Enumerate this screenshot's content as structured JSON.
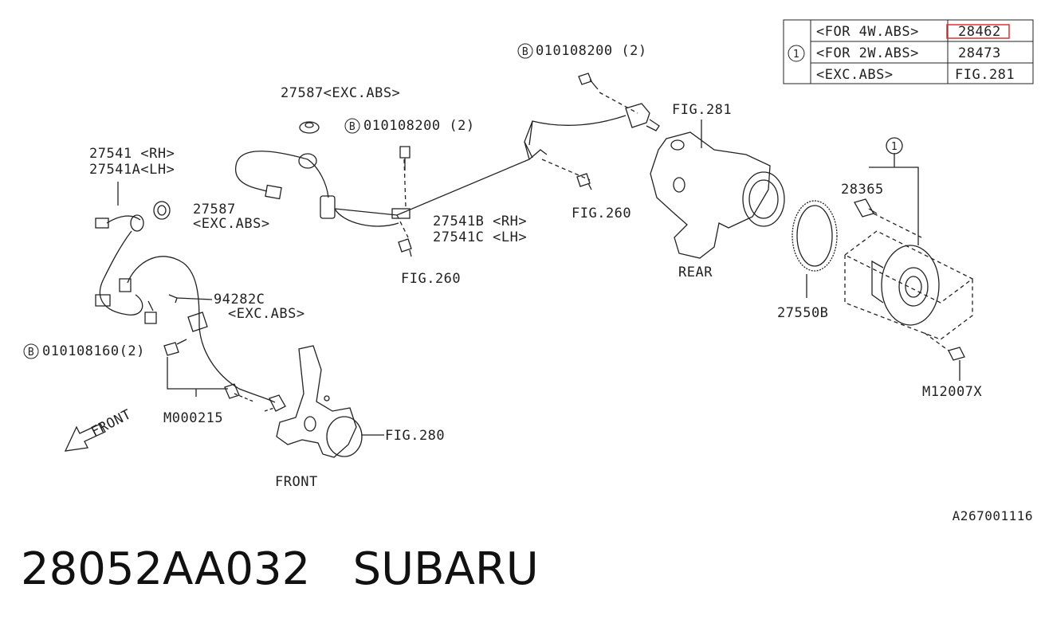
{
  "title_bar": {
    "part_number": "28052AA032",
    "brand": "SUBARU"
  },
  "diagram_id": "A267001116",
  "table": {
    "marker": "1",
    "rows": [
      {
        "condition": "<FOR 4W.ABS>",
        "part": "28462",
        "highlighted": true
      },
      {
        "condition": "<FOR 2W.ABS>",
        "part": "28473",
        "highlighted": false
      },
      {
        "condition": "<EXC.ABS>",
        "part": "FIG.281",
        "highlighted": false
      }
    ]
  },
  "labels": {
    "bolt_top": "010108200 (2)",
    "bolt_mid": "010108200 (2)",
    "bolt_left": "010108160(2)",
    "bolt_marker": "B",
    "grommet_top": "27587<EXC.ABS>",
    "grommet_left_1": "27587",
    "grommet_left_2": "<EXC.ABS>",
    "sensor_front_rh": "27541 <RH>",
    "sensor_front_lh": "27541A<LH>",
    "sensor_rear_rh": "27541B <RH>",
    "sensor_rear_lh": "27541C <LH>",
    "clip_1": "94282C",
    "clip_2": "<EXC.ABS>",
    "screw": "M000215",
    "fig260_a": "FIG.260",
    "fig260_b": "FIG.260",
    "fig280": "FIG.280",
    "fig281": "FIG.281",
    "front": "FRONT",
    "rear": "REAR",
    "hub_marker": "1",
    "bolt_hub": "28365",
    "tone_ring": "27550B",
    "bolt_bottom": "M12007X",
    "arrow_front": "FRONT"
  },
  "colors": {
    "line": "#222222",
    "highlight": "#e03030"
  }
}
